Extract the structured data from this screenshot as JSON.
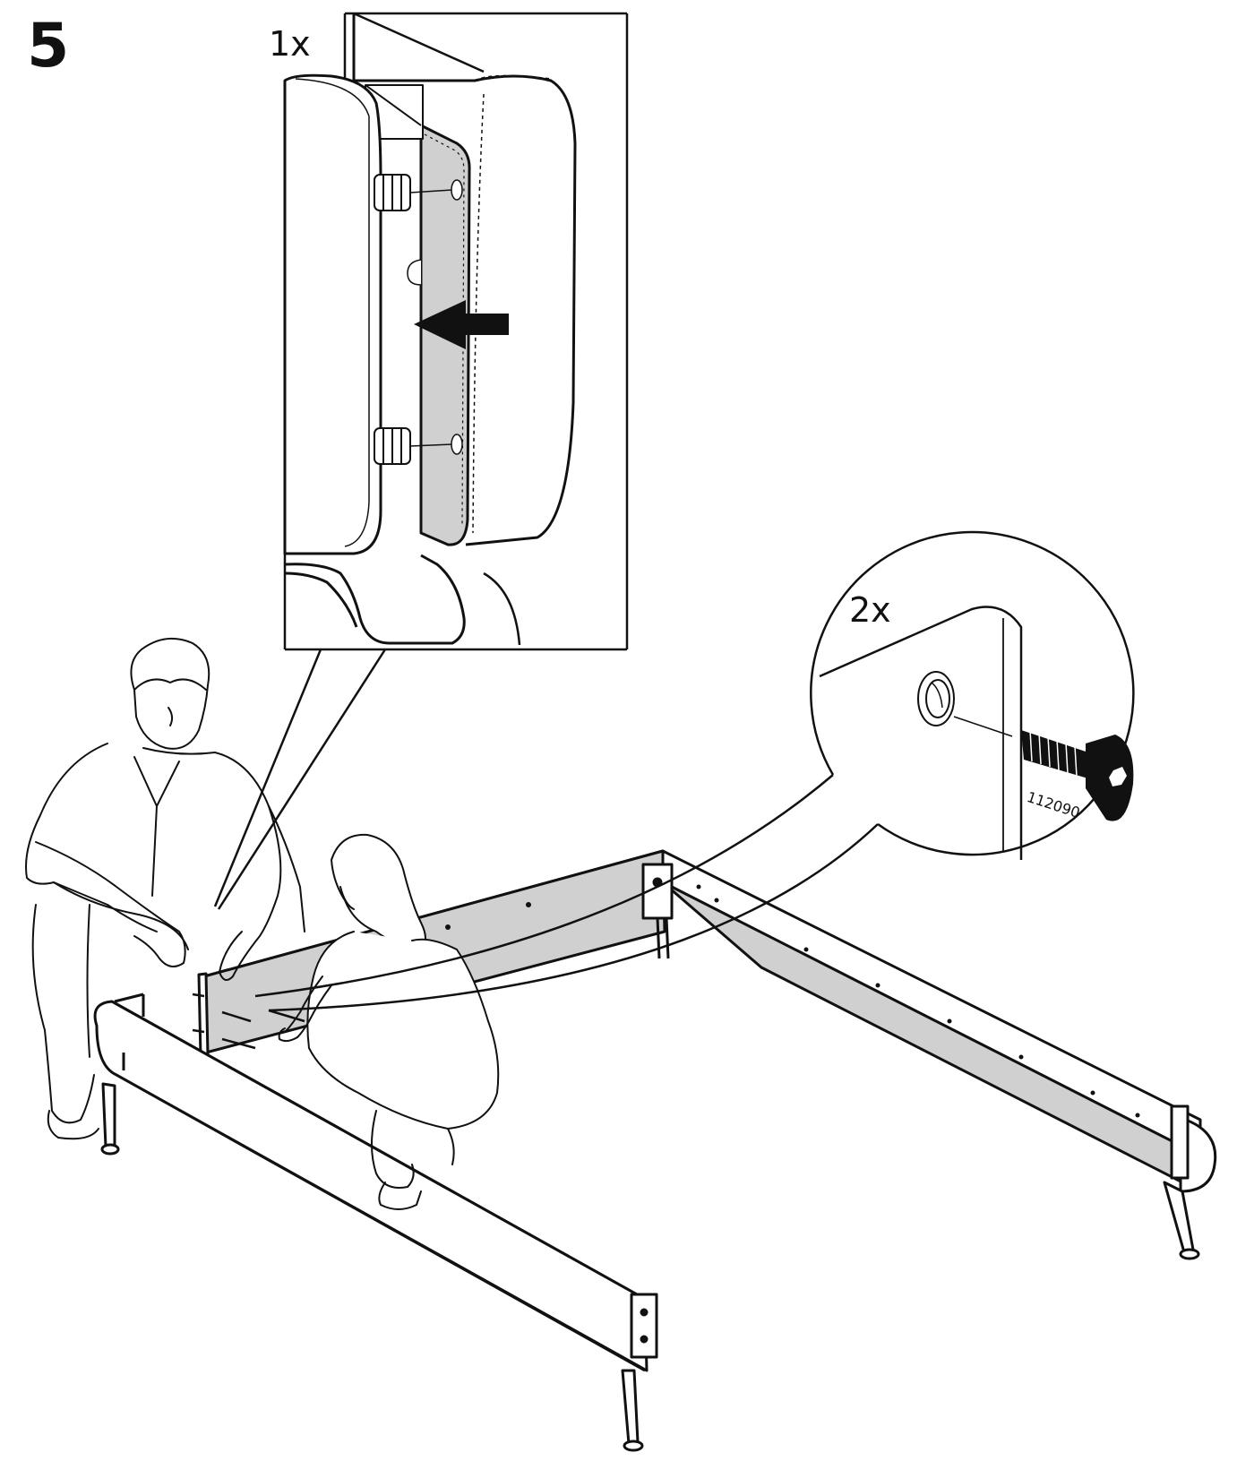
{
  "step": {
    "number": "5"
  },
  "detail_top": {
    "quantity": "1x"
  },
  "detail_screw": {
    "quantity": "2x",
    "part_number": "112090"
  },
  "colors": {
    "ink": "#111111",
    "panel_gray": "#d0d0d0",
    "paper": "#ffffff"
  }
}
